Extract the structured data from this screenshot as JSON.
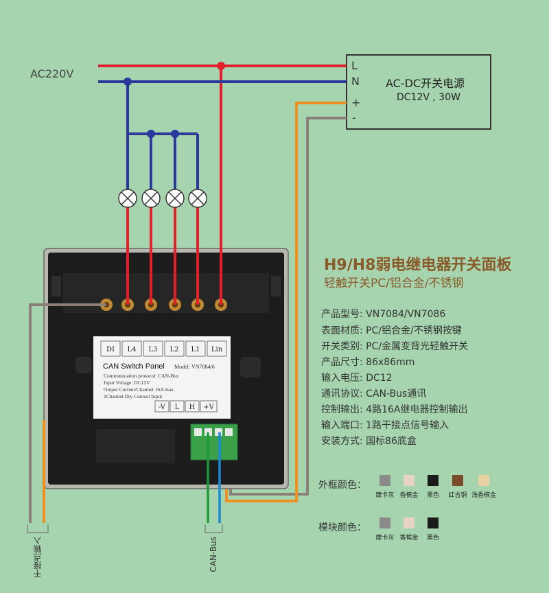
{
  "power": {
    "ac_label": "AC220V",
    "supply_name": "AC-DC开关电源",
    "supply_spec": "DC12V , 30W",
    "terminals": [
      "L",
      "N",
      "+",
      "-"
    ]
  },
  "product": {
    "title": "H9/H8弱电继电器开关面板",
    "subtitle": "轻触开关PC/铝合金/不锈钢",
    "specs": [
      "产品型号: VN7084/VN7086",
      "表面材质: PC/铝合金/不锈钢按键",
      "开关类别: PC/金属变背光轻触开关",
      "产品尺寸: 86x86mm",
      "输入电压: DC12",
      "通讯协议: CAN-Bus通讯",
      "控制输出: 4路16A继电器控制输出",
      "输入端口: 1路干接点信号输入",
      "安装方式: 国标86底盒"
    ]
  },
  "module_label": {
    "top_terminals": [
      "DI",
      "L4",
      "L3",
      "L2",
      "L1",
      "Lin"
    ],
    "name": "CAN Switch Panel",
    "model": "Model: VN7084/6",
    "lines": [
      "Communication protocol: CAN-Bus",
      "Input Voltage: DC12V",
      "Output Current/Channel 16A max",
      "1Channel Dry Contact Input"
    ],
    "bus_terminals": [
      "-V",
      "L",
      "H",
      "+V"
    ]
  },
  "bottom_labels": {
    "dry_contact": "干接点输入",
    "can_bus": "CAN-Bus"
  },
  "frame_colors": {
    "label": "外框颜色：",
    "swatches": [
      {
        "name": "摩卡灰",
        "color": "#8a8a8a"
      },
      {
        "name": "香槟金",
        "color": "#e6d3c3"
      },
      {
        "name": "黑色",
        "color": "#1a1a1a"
      },
      {
        "name": "红古铜",
        "color": "#7a4a2a"
      },
      {
        "name": "浅香槟金",
        "color": "#e8d2a4"
      }
    ]
  },
  "module_colors": {
    "label": "模块颜色：",
    "swatches": [
      {
        "name": "摩卡灰",
        "color": "#8a8a8a"
      },
      {
        "name": "香槟金",
        "color": "#e6d3c3"
      },
      {
        "name": "黑色",
        "color": "#1a1a1a"
      }
    ]
  }
}
